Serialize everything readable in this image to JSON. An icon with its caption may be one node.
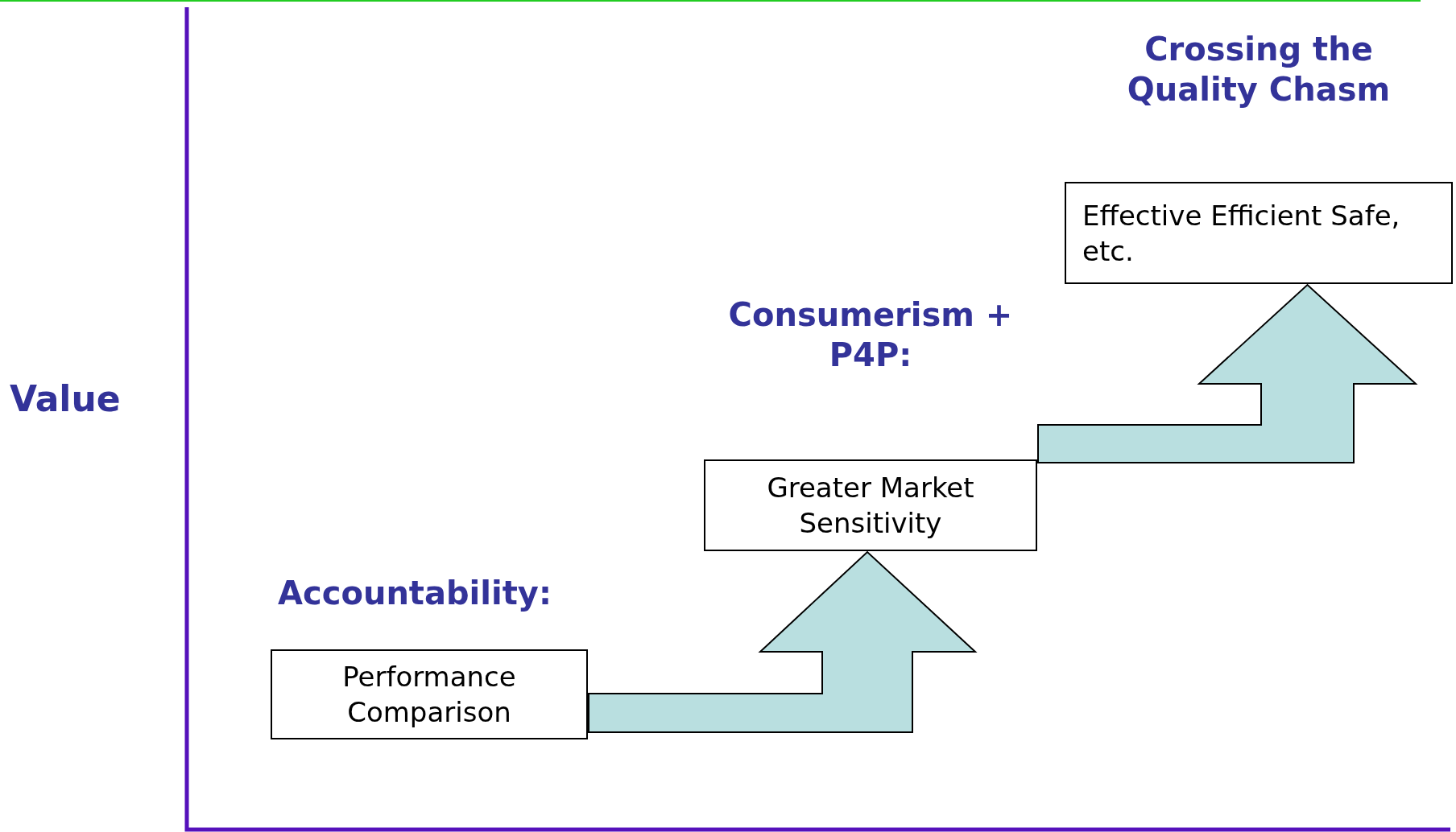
{
  "diagram": {
    "nodes": [
      {
        "text": [
          "Accountability:",
          "Performance Comparison"
        ]
      },
      {
        "text": [
          "Consumerism + P4P:",
          "Greater Market Sensitivity"
        ]
      },
      {
        "text": [
          "Crossing the Quality Chasm",
          "Effective Efficient Safe, etc."
        ]
      }
    ],
    "edges": [
      {
        "from": 0,
        "to": 1,
        "arrow": "to"
      },
      {
        "from": 1,
        "to": 2,
        "arrow": "to"
      }
    ],
    "labels": [
      "Value"
    ]
  }
}
